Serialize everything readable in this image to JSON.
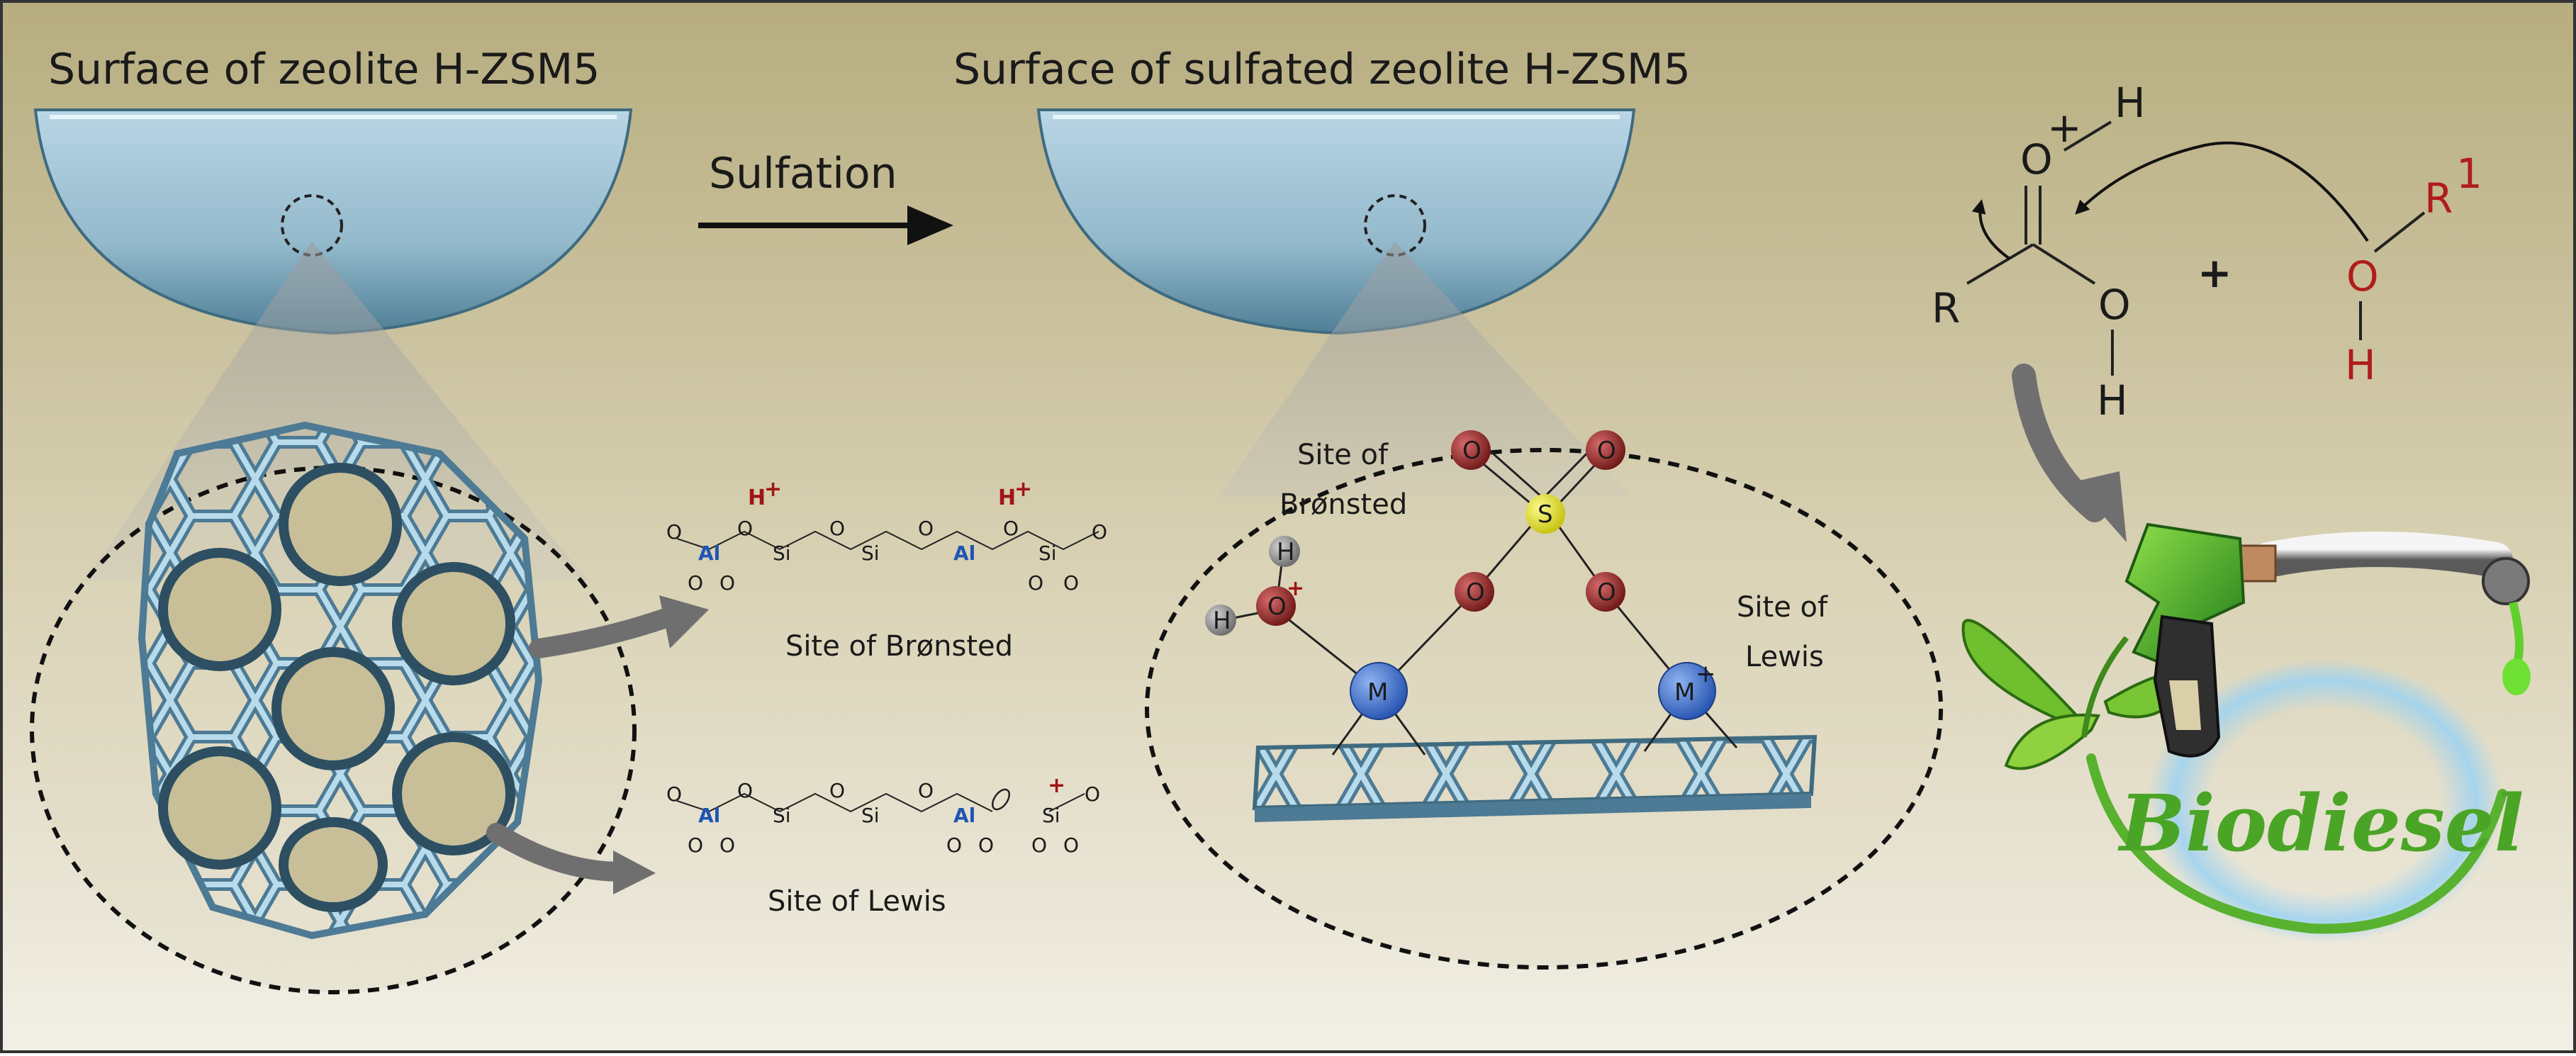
{
  "left_panel": {
    "title": "Surface of zeolite H-ZSM5",
    "bronsted_label": "Site of Brønsted",
    "lewis_label": "Site of Lewis",
    "chain_bronsted": [
      "Al",
      "Si",
      "Si",
      "Al",
      "Si"
    ],
    "chain_lewis": [
      "Al",
      "Si",
      "Si",
      "Al",
      "Si"
    ],
    "proton": "H",
    "plus_sign": "+",
    "oxygen": "O"
  },
  "arrow": {
    "label": "Sulfation"
  },
  "middle_panel": {
    "title": "Surface of sulfated zeolite H-ZSM5",
    "bronsted_label_line1": "Site of",
    "bronsted_label_line2": "Brønsted",
    "lewis_label_line1": "Site of",
    "lewis_label_line2": "Lewis",
    "sulfur": "S",
    "oxygen": "O",
    "hydrogen": "H",
    "metal": "M",
    "metal_cation": "M",
    "plus_sign": "+"
  },
  "reaction": {
    "r_group": "R",
    "oxygen": "O",
    "hydrogen": "H",
    "plus": "+",
    "alcohol_group": "R",
    "superscript_one": "1",
    "superscript_plus": "+"
  },
  "product": {
    "label": "Biodiesel"
  },
  "colors": {
    "background_top": "#b9af83",
    "background_bottom": "#f1ede3",
    "surface_blue": "#a6c7d8",
    "oxygen_red": "#8e2424",
    "sulfur_yellow": "#e6e41e",
    "metal_blue": "#3c6fcf",
    "biodiesel_green": "#4aa526",
    "glow_blue": "#9fd3f0"
  }
}
